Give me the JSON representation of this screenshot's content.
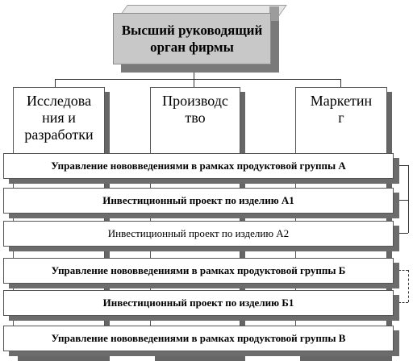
{
  "top": {
    "title_line1": "Высший руководящий",
    "title_line2": "орган фирмы"
  },
  "departments": [
    {
      "line1": "Исследова",
      "line2": "ния и",
      "line3": "разработки"
    },
    {
      "line1": "Производс",
      "line2": "тво",
      "line3": ""
    },
    {
      "line1": "Маркетин",
      "line2": "г",
      "line3": ""
    }
  ],
  "bars": [
    {
      "label": "Управление нововведениями в рамках продуктовой группы А"
    },
    {
      "label": "Инвестиционный проект по изделию А1"
    },
    {
      "label": "Инвестиционный проект по изделию А2"
    },
    {
      "label": "Управление нововведениями в рамках продуктовой группы Б"
    },
    {
      "label": "Инвестиционный проект  по изделию Б1"
    },
    {
      "label": "Управление нововведениями в рамках продуктовой группы В"
    }
  ]
}
